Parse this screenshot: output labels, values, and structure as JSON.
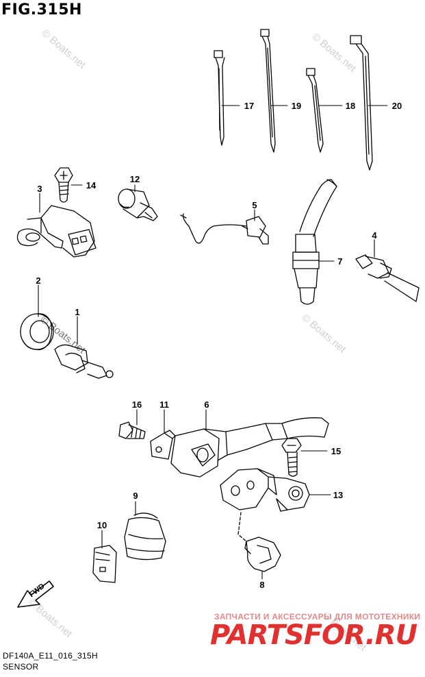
{
  "figure": {
    "title": "FIG.315H",
    "code": "DF140A_E11_016_315H",
    "subtitle": "SENSOR"
  },
  "callouts": [
    "1",
    "2",
    "3",
    "4",
    "5",
    "6",
    "7",
    "8",
    "9",
    "10",
    "11",
    "12",
    "13",
    "14",
    "15",
    "16",
    "17",
    "18",
    "19",
    "20"
  ],
  "fwd_label": "FWD",
  "watermarks": {
    "boats": "© Boats.net",
    "ru_text": "ЗАПЧАСТИ И АКСЕССУАРЫ ДЛЯ МОТОТЕХНИКИ",
    "brand": "PARTSFOR.RU"
  },
  "colors": {
    "line": "#000000",
    "brand_red": "#e0302f",
    "watermark_gray": "#c8c8c8"
  }
}
